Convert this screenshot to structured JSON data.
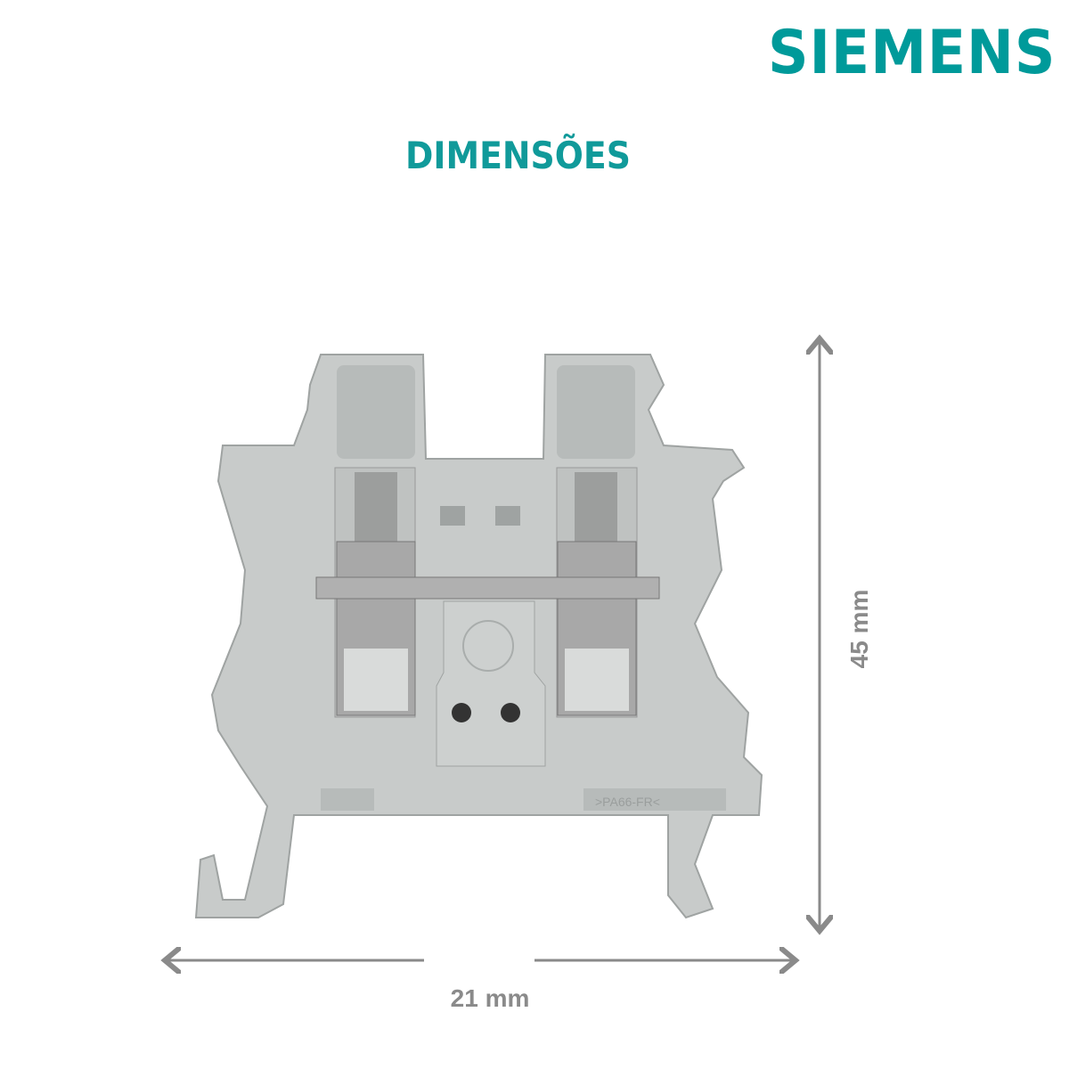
{
  "brand": {
    "logo_text": "SIEMENS",
    "color": "#009a9a"
  },
  "heading": "DIMENSÕES",
  "dimensions": {
    "width_label": "21 mm",
    "height_label": "45 mm",
    "arrow_color": "#8a8a8a"
  },
  "product": {
    "marking": ">PA66-FR<",
    "body_color": "#c8cbca",
    "metal_color": "#a8a8a8"
  }
}
